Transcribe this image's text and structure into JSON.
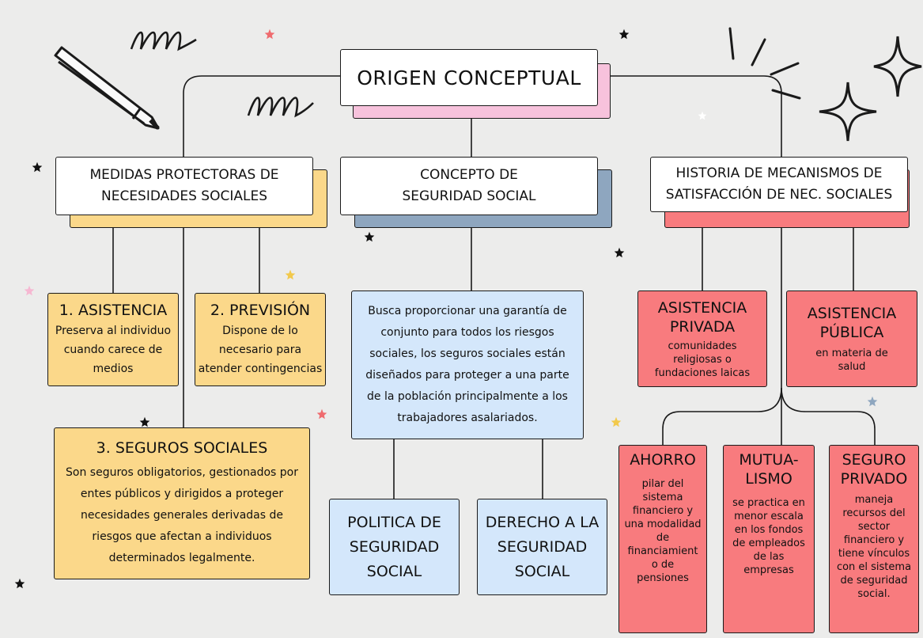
{
  "root": {
    "title": "ORIGEN CONCEPTUAL"
  },
  "left": {
    "header": "MEDIDAS PROTECTORAS DE NECESIDADES SOCIALES",
    "asistencia": {
      "title": "1. ASISTENCIA",
      "text": "Preserva al individuo cuando carece de medios"
    },
    "prevision": {
      "title": "2. PREVISIÓN",
      "text": "Dispone de lo necesario para atender contingencias"
    },
    "seguros": {
      "title": "3. SEGUROS SOCIALES",
      "text": "Son seguros obligatorios, gestionados por entes públicos y dirigidos a proteger necesidades generales derivadas de riesgos que afectan a individuos determinados legalmente."
    }
  },
  "center": {
    "header": "CONCEPTO DE SEGURIDAD SOCIAL",
    "description": "Busca proporcionar una garantía de conjunto para todos los riesgos sociales, los seguros sociales están diseñados para proteger a una parte de la población principalmente a los trabajadores asalariados.",
    "politica": "POLITICA DE SEGURIDAD SOCIAL",
    "derecho": "DERECHO A LA SEGURIDAD SOCIAL"
  },
  "right": {
    "header": "HISTORIA DE MECANISMOS DE SATISFACCIÓN DE NEC. SOCIALES",
    "privada": {
      "title": "ASISTENCIA PRIVADA",
      "text": "comunidades religiosas o fundaciones laicas"
    },
    "publica": {
      "title": "ASISTENCIA PÚBLICA",
      "text": "en materia de salud"
    },
    "ahorro": {
      "title": "AHORRO",
      "text": "pilar del sistema financiero y una modalidad de financiamient o de pensiones"
    },
    "mutualismo": {
      "title": "MUTUA- LISMO",
      "text": "se practica en menor escala en los fondos de empleados de las empresas"
    },
    "seguro_privado": {
      "title": "SEGURO PRIVADO",
      "text": "maneja recursos del sector financiero y tiene vínculos con el sistema de seguridad social."
    }
  },
  "colors": {
    "background": "#ececeb",
    "yellow": "#fbd88a",
    "blue": "#d4e7fb",
    "red": "#f87b7e",
    "pink_shadow": "#f7c2dc",
    "steel_shadow": "#8ea6bf"
  },
  "decorations": [
    "pencil-icon",
    "scribble-icon",
    "sparkle-icon",
    "star-icon",
    "burst-lines-icon"
  ]
}
